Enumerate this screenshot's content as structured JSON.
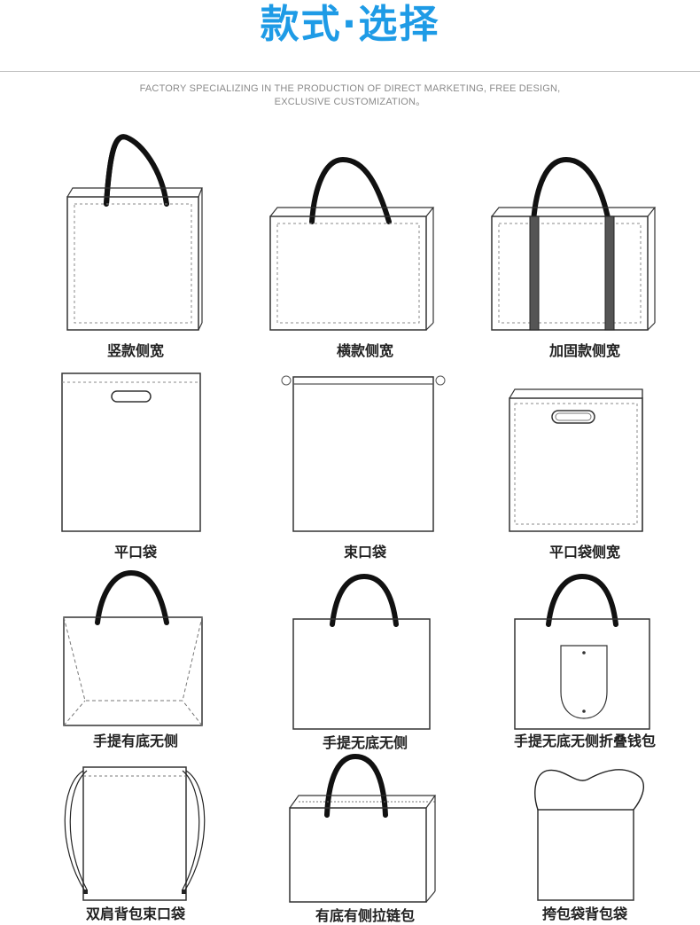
{
  "header": {
    "title": "款式·选择",
    "subtitle_line1": "FACTORY SPECIALIZING IN THE PRODUCTION OF DIRECT MARKETING, FREE DESIGN,",
    "subtitle_line2": "EXCLUSIVE CUSTOMIZATION。"
  },
  "bags": [
    {
      "label": "竖款侧宽",
      "icon": "vertical-side-gusset-bag-icon"
    },
    {
      "label": "横款侧宽",
      "icon": "horizontal-side-gusset-bag-icon"
    },
    {
      "label": "加固款侧宽",
      "icon": "reinforced-side-gusset-bag-icon"
    },
    {
      "label": "平口袋",
      "icon": "flat-die-cut-bag-icon"
    },
    {
      "label": "束口袋",
      "icon": "drawstring-bag-icon"
    },
    {
      "label": "平口袋侧宽",
      "icon": "flat-die-cut-gusset-bag-icon"
    },
    {
      "label": "手提有底无侧",
      "icon": "handle-bottom-no-side-bag-icon"
    },
    {
      "label": "手提无底无侧",
      "icon": "handle-no-bottom-no-side-bag-icon"
    },
    {
      "label": "手提无底无侧折叠钱包",
      "icon": "foldable-wallet-bag-icon"
    },
    {
      "label": "双肩背包束口袋",
      "icon": "backpack-drawstring-bag-icon"
    },
    {
      "label": "有底有侧拉链包",
      "icon": "zipper-gusset-bag-icon"
    },
    {
      "label": "挎包袋背包袋",
      "icon": "shoulder-backpack-bag-icon"
    }
  ],
  "colors": {
    "title": "#1e9be6",
    "outline": "#333333",
    "handle": "#111111"
  }
}
